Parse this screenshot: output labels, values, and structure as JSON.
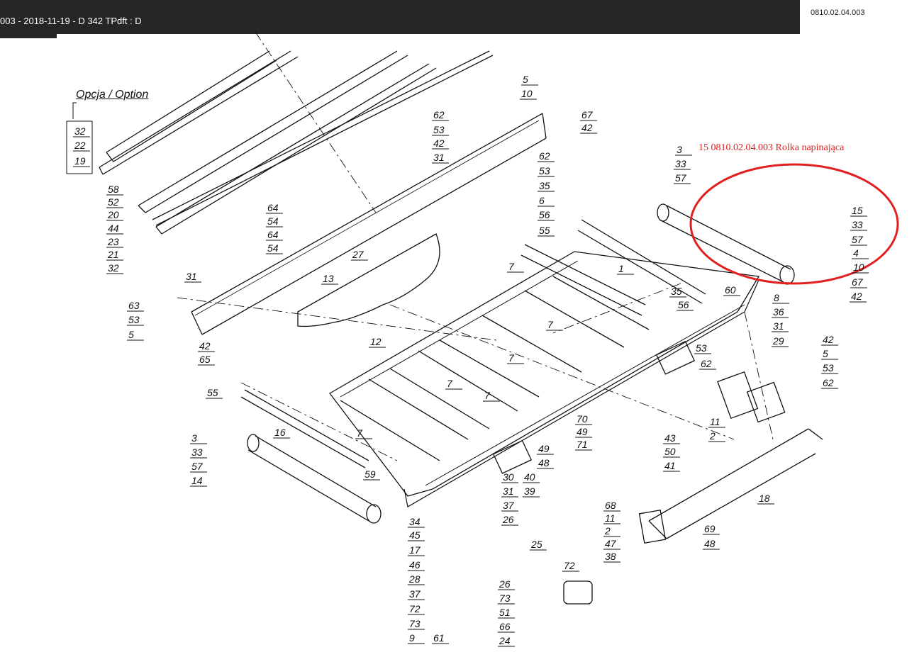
{
  "header": {
    "title": "003 - 2018-11-19 - D 342 TPdft : D",
    "doc_code": "0810.02.04.003"
  },
  "annotation": {
    "callout_text": "15 0810.02.04.003 Rolka napinająca",
    "highlight_color": "#e02020",
    "option_label": "Opcja / Option"
  },
  "colors": {
    "line": "#111111",
    "accent": "#e02020",
    "titlebar": "#262626"
  },
  "parts": [
    "32",
    "22",
    "19",
    "58",
    "52",
    "20",
    "44",
    "23",
    "21",
    "32",
    "64",
    "54",
    "64",
    "54",
    "31",
    "13",
    "27",
    "63",
    "53",
    "5",
    "42",
    "65",
    "62",
    "53",
    "42",
    "31",
    "5",
    "10",
    "67",
    "42",
    "62",
    "53",
    "35",
    "6",
    "56",
    "55",
    "7",
    "1",
    "3",
    "33",
    "57",
    "15",
    "33",
    "57",
    "4",
    "10",
    "42",
    "67",
    "35",
    "56",
    "60",
    "8",
    "36",
    "31",
    "29",
    "53",
    "62",
    "42",
    "5",
    "53",
    "62",
    "12",
    "7",
    "7",
    "7",
    "7",
    "7",
    "11",
    "2",
    "55",
    "16",
    "3",
    "33",
    "57",
    "14",
    "59",
    "34",
    "45",
    "17",
    "46",
    "28",
    "37",
    "72",
    "73",
    "9",
    "61",
    "30",
    "31",
    "37",
    "26",
    "25",
    "72",
    "26",
    "73",
    "51",
    "66",
    "24",
    "39",
    "40",
    "48",
    "49",
    "70",
    "49",
    "71",
    "43",
    "50",
    "41",
    "68",
    "11",
    "2",
    "47",
    "38",
    "18",
    "69",
    "48"
  ]
}
